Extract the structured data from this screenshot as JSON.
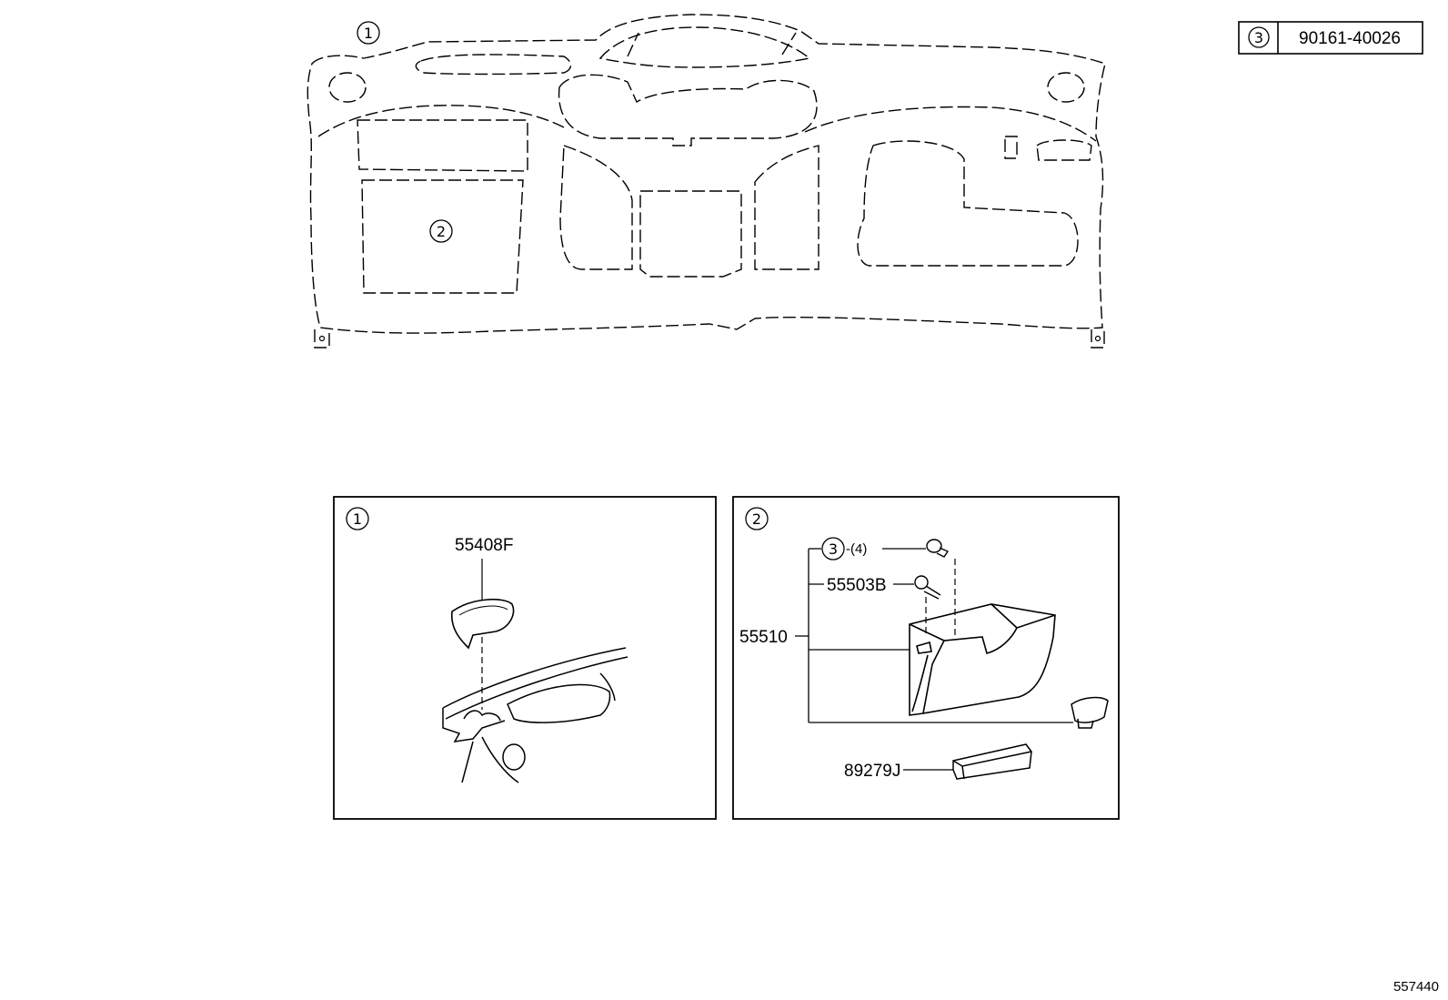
{
  "legend": {
    "ref": "3",
    "part": "90161-40026"
  },
  "overview": {
    "callout_a": "1",
    "callout_b": "2"
  },
  "panel_a": {
    "ref": "1",
    "part": "55408F"
  },
  "panel_b": {
    "ref": "2",
    "fastener_ref": "3",
    "fastener_qty": "-(4)",
    "part_screw": "55503B",
    "part_box": "55510",
    "part_latch": "89279J"
  },
  "footer": {
    "code": "557440"
  }
}
